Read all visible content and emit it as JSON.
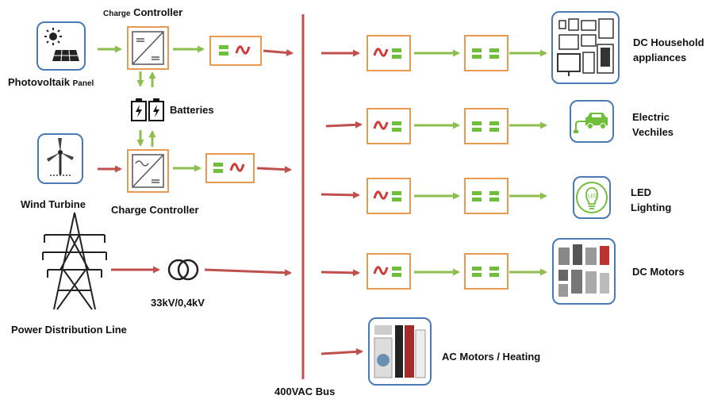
{
  "labels": {
    "charge_controller_top_prefix": "Charge",
    "charge_controller_top_suffix": "Controller",
    "pv_main": "Photovoltaik",
    "pv_small": "Panel",
    "batteries": "Batteries",
    "wind_turbine": "Wind Turbine",
    "charge_controller_bottom": "Charge Controller",
    "power_line": "Power Distribution Line",
    "transformer": "33kV/0,4kV",
    "bus": "400VAC Bus",
    "dc_household_1": "DC Household",
    "dc_household_2": "appliances",
    "ev_1": "Electric",
    "ev_2": "Vechiles",
    "led_1": "LED",
    "led_2": "Lighting",
    "dc_motors": "DC Motors",
    "ac_motors": "AC Motors / Heating"
  },
  "colors": {
    "dc_arrow": "#8dbf4f",
    "ac_arrow": "#c0504d",
    "converter_border": "#e89a4f",
    "icon_border": "#4a79b4",
    "dc_symbol": "#6fbf3a",
    "ac_symbol": "#d23a3a",
    "bus_line": "#c0504d"
  },
  "icons": {
    "pv": "solar-panel-icon",
    "wind": "wind-turbine-icon",
    "tower": "transmission-tower-icon",
    "transformer": "transformer-symbol-icon",
    "battery": "battery-icon",
    "dc_household": "household-appliances-icon",
    "ev": "electric-car-icon",
    "led": "led-bulb-icon",
    "dc_motors": "dc-motors-icon",
    "ac_motors": "ac-appliances-icon"
  }
}
